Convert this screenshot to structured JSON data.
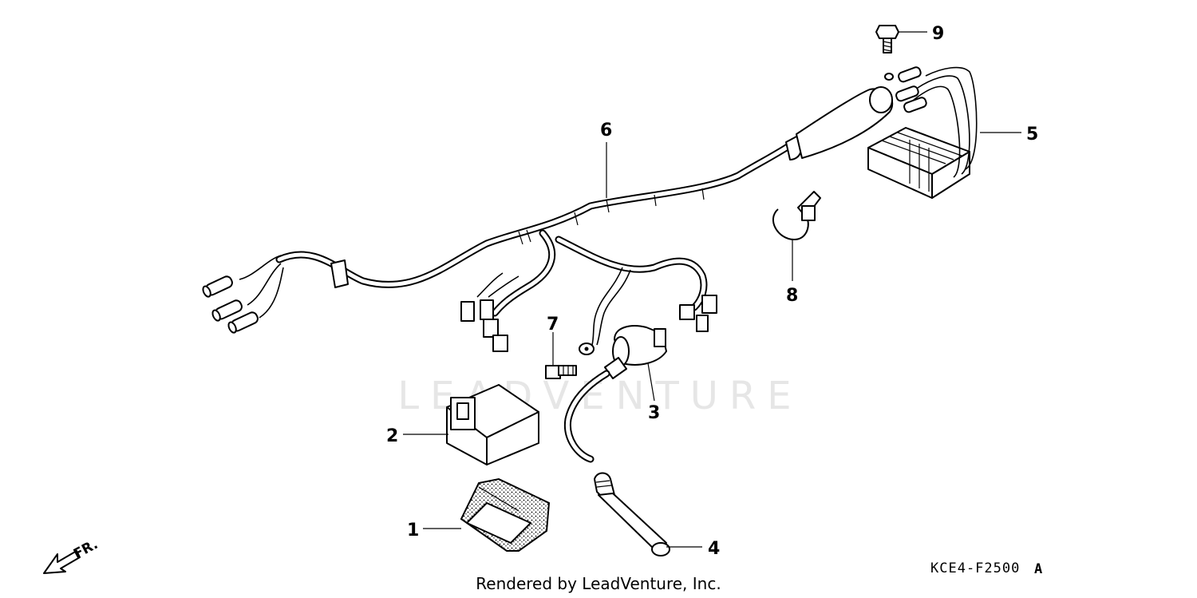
{
  "watermark": "LEADVENTURE",
  "footer": "Rendered by LeadVenture, Inc.",
  "diagram_code": "KCE4-F2500",
  "diagram_code_suffix": "A",
  "direction_label": "FR.",
  "callouts": {
    "c1": "1",
    "c2": "2",
    "c3": "3",
    "c4": "4",
    "c5": "5",
    "c6": "6",
    "c7": "7",
    "c8": "8",
    "c9": "9"
  }
}
